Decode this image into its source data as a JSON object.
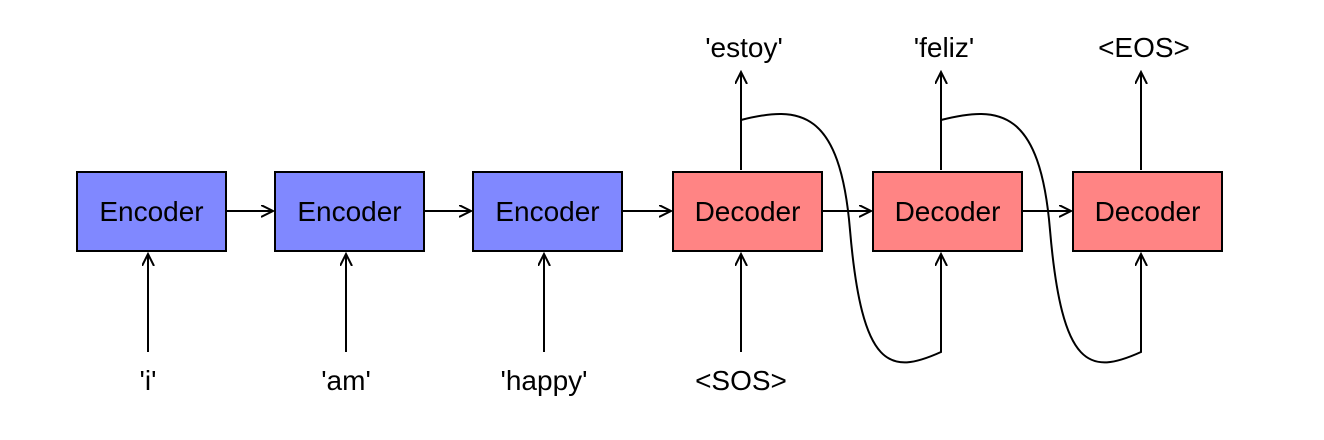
{
  "colors": {
    "encoder_fill": "#8088FF",
    "decoder_fill": "#FF8484",
    "stroke": "#000000"
  },
  "encoders": [
    {
      "label": "Encoder",
      "input": "'i'"
    },
    {
      "label": "Encoder",
      "input": "'am'"
    },
    {
      "label": "Encoder",
      "input": "'happy'"
    }
  ],
  "decoders": [
    {
      "label": "Decoder",
      "input": "<SOS>",
      "output": "'estoy'"
    },
    {
      "label": "Decoder",
      "output": "'feliz'"
    },
    {
      "label": "Decoder",
      "output": "<EOS>"
    }
  ]
}
